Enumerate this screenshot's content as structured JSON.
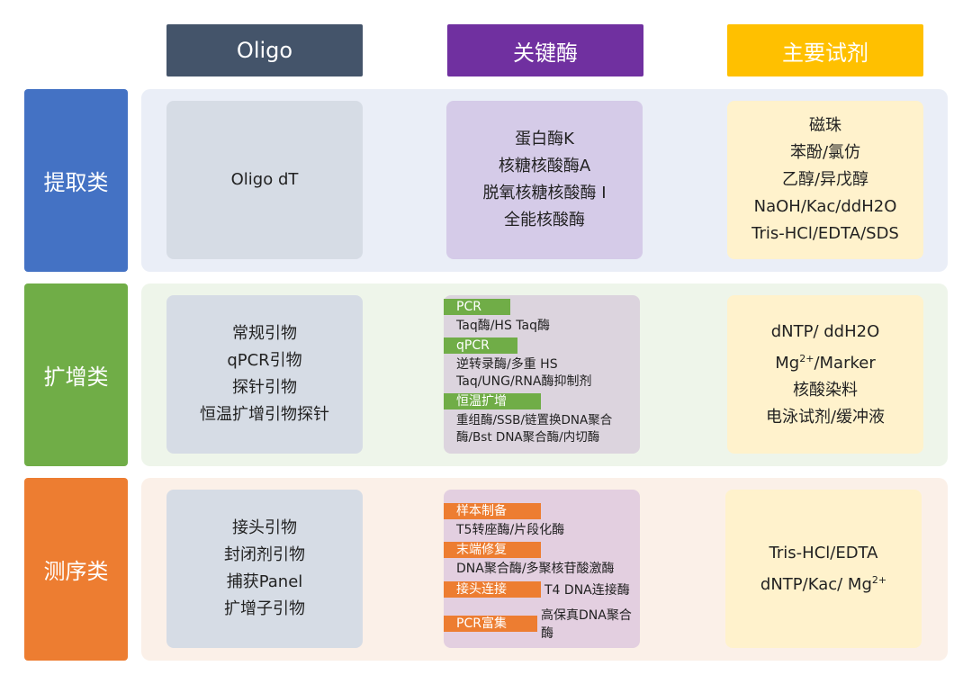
{
  "headers": {
    "oligo": "Oligo",
    "enzyme": "关键酶",
    "reagent": "主要试剂"
  },
  "rows": [
    {
      "label": "提取类",
      "oligo": [
        "Oligo dT"
      ],
      "enzyme": [
        "蛋白酶K",
        "核糖核酸酶A",
        "脱氧核糖核酸酶 I",
        "全能核酸酶"
      ],
      "reagent": [
        "磁珠",
        "苯酚/氯仿",
        "乙醇/异戊醇",
        "NaOH/Kac/ddH2O",
        "Tris-HCl/EDTA/SDS"
      ]
    },
    {
      "label": "扩增类",
      "oligo": [
        "常规引物",
        "qPCR引物",
        "探针引物",
        "恒温扩增引物探针"
      ],
      "enzyme_groups": [
        {
          "tag": "PCR",
          "text": "Taq酶/HS Taq酶"
        },
        {
          "tag": "qPCR",
          "text": "逆转录酶/多重 HS Taq/UNG/RNA酶抑制剂"
        },
        {
          "tag": "恒温扩增",
          "text": "重组酶/SSB/链置换DNA聚合酶/Bst DNA聚合酶/内切酶"
        }
      ],
      "reagent": [
        "dNTP/ ddH2O",
        "Mg",
        "2+",
        "/Marker",
        "核酸染料",
        "电泳试剂/缓冲液"
      ]
    },
    {
      "label": "测序类",
      "oligo": [
        "接头引物",
        "封闭剂引物",
        "捕获Panel",
        "扩增子引物"
      ],
      "enzyme_groups": [
        {
          "tag": "样本制备",
          "text": "T5转座酶/片段化酶"
        },
        {
          "tag": "末端修复",
          "text": "DNA聚合酶/多聚核苷酸激酶"
        },
        {
          "tag": "接头连接",
          "text": "T4 DNA连接酶"
        },
        {
          "tag": "PCR富集",
          "text": "高保真DNA聚合酶"
        }
      ],
      "reagent": [
        "Tris-HCl/EDTA",
        "dNTP/Kac/ Mg",
        "2+"
      ]
    }
  ],
  "colors": {
    "oligo": "#44546a",
    "enzyme": "#7030a0",
    "reagent": "#ffc000",
    "extract": "#4472c4",
    "amplify": "#70ad47",
    "sequence": "#ed7d31"
  }
}
